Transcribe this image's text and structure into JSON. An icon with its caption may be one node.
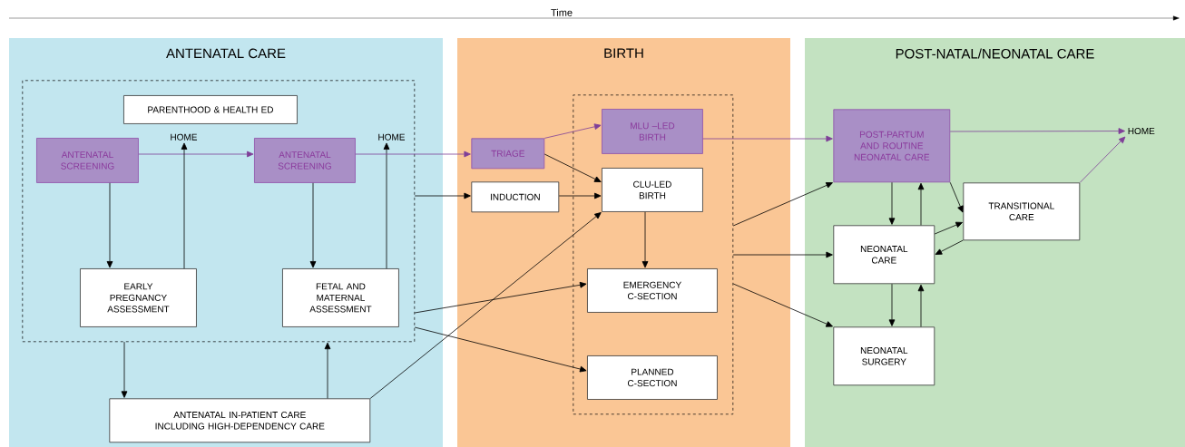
{
  "diagram": {
    "nodes": [
      {
        "text": [
          "ANTENATAL CARE"
        ]
      },
      {
        "text": [],
        "shape": "box",
        "in": 0
      },
      {
        "text": [
          "PARENTHOOD & HEALTH ED"
        ],
        "in": 1
      },
      {
        "text": [
          "ANTENATAL SCREENING"
        ],
        "in": 1
      },
      {
        "text": [
          "HOME"
        ],
        "in": 1
      },
      {
        "text": [
          "ANTENATAL SCREENING"
        ],
        "in": 1
      },
      {
        "text": [
          "HOME"
        ],
        "in": 1
      },
      {
        "text": [
          "EARLY PREGNANCY ASSESSMENT"
        ],
        "in": 1
      },
      {
        "text": [
          "FETAL AND MATERNAL ASSESSMENT"
        ],
        "in": 1
      },
      {
        "text": [
          "ANTENATAL  IN-PATIENT CARE INCLUDING HIGH-DEPENDENCY CARE"
        ],
        "in": 0
      },
      {
        "text": [
          "BIRTH"
        ]
      },
      {
        "text": [
          "TRIAGE"
        ],
        "in": 10
      },
      {
        "text": [
          "INDUCTION"
        ],
        "in": 10
      },
      {
        "text": [],
        "shape": "box",
        "in": 10
      },
      {
        "text": [
          "MLU –LED BIRTH"
        ],
        "in": 13
      },
      {
        "text": [
          "CLU-LED BIRTH"
        ],
        "in": 13
      },
      {
        "text": [
          "EMERGENCY C-SECTION"
        ],
        "in": 13
      },
      {
        "text": [
          "PLANNED C-SECTION"
        ],
        "in": 13
      },
      {
        "text": [
          "POST-NATAL/NEONATAL CARE"
        ]
      },
      {
        "text": [
          "POST-PARTUM AND ROUTINE NEONATAL CARE"
        ],
        "in": 18
      },
      {
        "text": [
          "HOME"
        ],
        "in": 18
      },
      {
        "text": [
          "TRANSITIONAL CARE"
        ],
        "in": 18
      },
      {
        "text": [
          "NEONATAL CARE"
        ],
        "in": 18
      },
      {
        "text": [
          "NEONATAL SURGERY"
        ],
        "in": 18
      }
    ],
    "edges": [
      {
        "from": 3,
        "to": 5,
        "arrow": "to",
        "color": "#7f3f98"
      },
      {
        "from": 3,
        "to": 7,
        "arrow": "to"
      },
      {
        "from": 7,
        "to": 4,
        "arrow": "to"
      },
      {
        "from": 5,
        "to": 8,
        "arrow": "to"
      },
      {
        "from": 8,
        "to": 6,
        "arrow": "to"
      },
      {
        "from": 5,
        "to": 11,
        "arrow": "to",
        "color": "#7f3f98"
      },
      {
        "from": 1,
        "to": 9,
        "arrow": "to"
      },
      {
        "from": 9,
        "to": 1,
        "arrow": "to"
      },
      {
        "from": 1,
        "to": 12,
        "arrow": "to"
      },
      {
        "from": 1,
        "to": 16,
        "arrow": "to"
      },
      {
        "from": 1,
        "to": 17,
        "arrow": "to"
      },
      {
        "from": 9,
        "to": 15,
        "arrow": "to"
      },
      {
        "from": 11,
        "to": 14,
        "arrow": "to",
        "color": "#7f3f98"
      },
      {
        "from": 11,
        "to": 15,
        "arrow": "to"
      },
      {
        "from": 12,
        "to": 15,
        "arrow": "to"
      },
      {
        "from": 15,
        "to": 16,
        "arrow": "to"
      },
      {
        "from": 14,
        "to": 19,
        "arrow": "to",
        "color": "#7f3f98"
      },
      {
        "from": 13,
        "to": 19,
        "arrow": "to"
      },
      {
        "from": 13,
        "to": 22,
        "arrow": "to"
      },
      {
        "from": 13,
        "to": 23,
        "arrow": "to"
      },
      {
        "from": 19,
        "to": 20,
        "arrow": "to",
        "color": "#7f3f98"
      },
      {
        "from": 19,
        "to": 22,
        "arrow": "to"
      },
      {
        "from": 22,
        "to": 19,
        "arrow": "to"
      },
      {
        "from": 19,
        "to": 21,
        "arrow": "to"
      },
      {
        "from": 22,
        "to": 21,
        "arrow": "to"
      },
      {
        "from": 21,
        "to": 22,
        "arrow": "to"
      },
      {
        "from": 22,
        "to": 23,
        "arrow": "to"
      },
      {
        "from": 23,
        "to": 22,
        "arrow": "to"
      },
      {
        "from": 21,
        "to": 20,
        "arrow": "to",
        "color": "#7f3f98"
      }
    ],
    "labels": [
      "Time"
    ]
  }
}
